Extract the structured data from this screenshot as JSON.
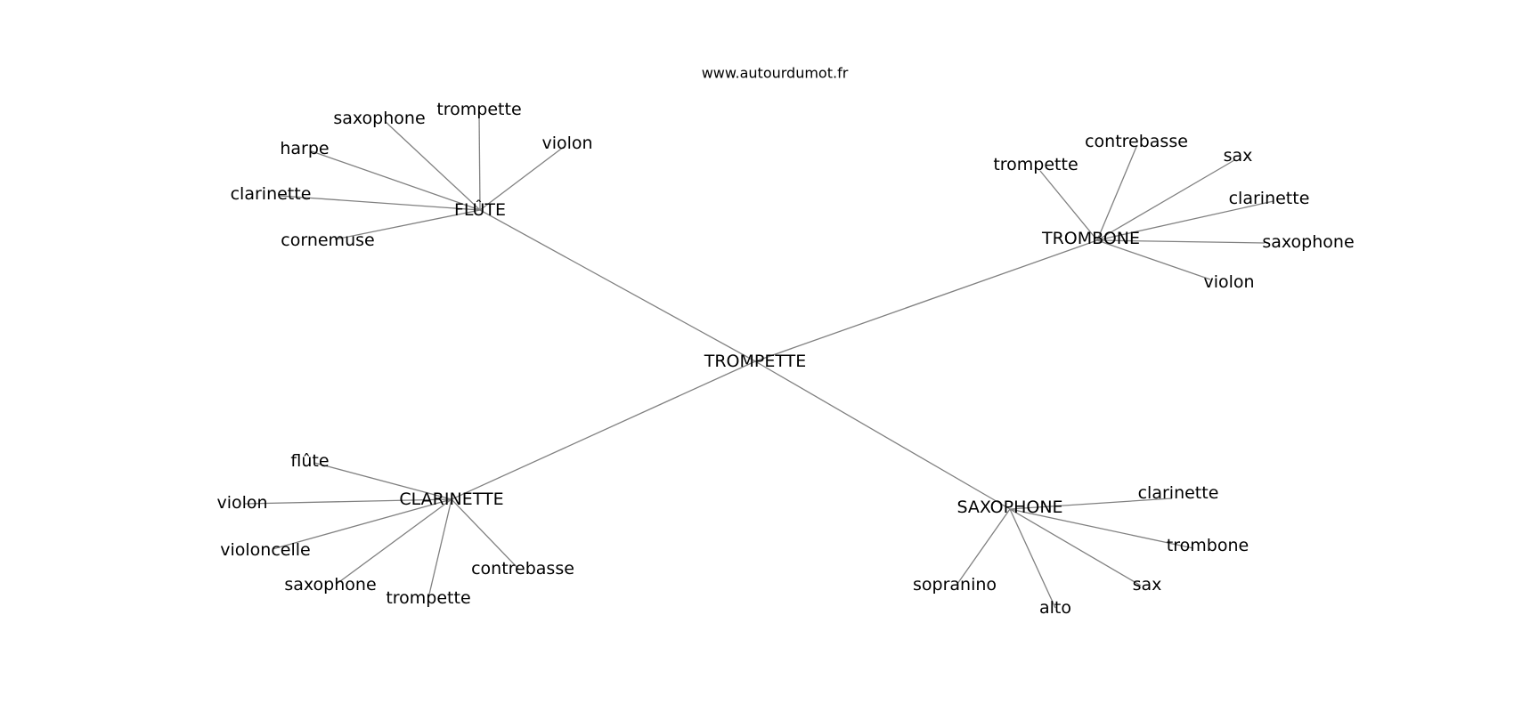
{
  "watermark": "www.autourdumot.fr",
  "colors": {
    "edge": "#808080",
    "text": "#000000",
    "background": "#ffffff"
  },
  "center": "TROMPETTE",
  "groups": [
    {
      "key": "flute",
      "label": "FLÛTE",
      "leaves": [
        "saxophone",
        "trompette",
        "violon",
        "harpe",
        "clarinette",
        "cornemuse"
      ]
    },
    {
      "key": "trombone",
      "label": "TROMBONE",
      "leaves": [
        "trompette",
        "contrebasse",
        "sax",
        "clarinette",
        "saxophone",
        "violon"
      ]
    },
    {
      "key": "clarinette",
      "label": "CLARINETTE",
      "leaves": [
        "flûte",
        "violon",
        "violoncelle",
        "saxophone",
        "trompette",
        "contrebasse"
      ]
    },
    {
      "key": "saxophone",
      "label": "SAXOPHONE",
      "leaves": [
        "clarinette",
        "trombone",
        "sax",
        "alto",
        "sopranino"
      ]
    }
  ]
}
